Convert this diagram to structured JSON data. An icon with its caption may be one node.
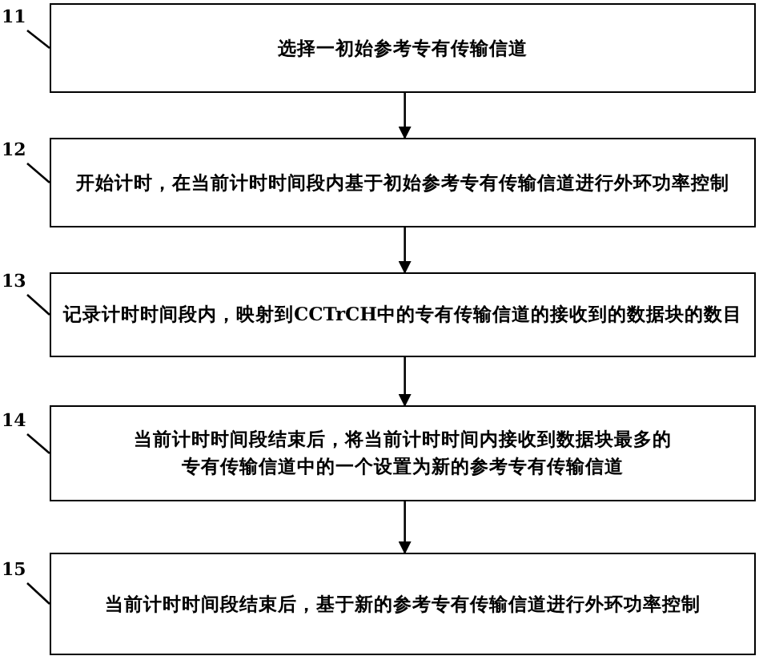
{
  "diagram": {
    "nodes": [
      {
        "text": [
          "选择一初始参考专有传输信道"
        ]
      },
      {
        "text": [
          "开始计时，在当前计时时间段内基于初始参考专有传输信道进行外环功率控制"
        ]
      },
      {
        "text": [
          "记录计时时间段内，映射到CCTrCH中的专有传输信道的接收到的数据块的数目"
        ]
      },
      {
        "text": [
          "当前计时时间段结束后，将当前计时时间内接收到数据块最多的专有传输信道中的一个设置为新的参考专有传输信道"
        ]
      },
      {
        "text": [
          "当前计时时间段结束后，基于新的参考专有传输信道进行外环功率控制"
        ]
      },
      {
        "text": [
          "11"
        ]
      },
      {
        "text": [
          "12"
        ]
      },
      {
        "text": [
          "13"
        ]
      },
      {
        "text": [
          "14"
        ]
      },
      {
        "text": [
          "15"
        ]
      }
    ],
    "edges": [
      {
        "from": 0,
        "to": 1,
        "arrow": "to"
      },
      {
        "from": 1,
        "to": 2,
        "arrow": "to"
      },
      {
        "from": 2,
        "to": 3,
        "arrow": "to"
      },
      {
        "from": 3,
        "to": 4,
        "arrow": "to"
      },
      {
        "from": 5,
        "to": 0,
        "arrow": "none"
      },
      {
        "from": 6,
        "to": 1,
        "arrow": "none"
      },
      {
        "from": 7,
        "to": 2,
        "arrow": "none"
      },
      {
        "from": 8,
        "to": 3,
        "arrow": "none"
      },
      {
        "from": 9,
        "to": 4,
        "arrow": "none"
      }
    ]
  }
}
